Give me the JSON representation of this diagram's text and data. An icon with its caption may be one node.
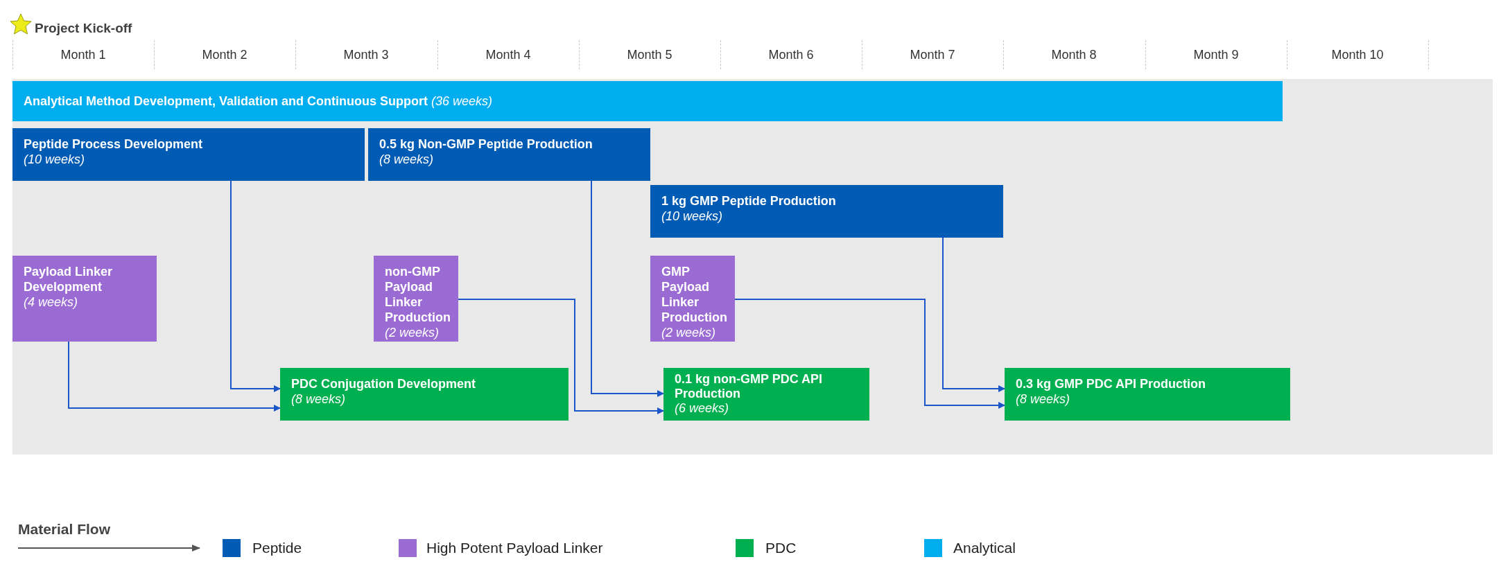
{
  "diagram": {
    "nodes": [
      {
        "text": [
          "Analytical Method Development, Validation and Continuous Support",
          "(36 weeks)"
        ]
      },
      {
        "text": [
          "Peptide Process Development",
          "(10 weeks)"
        ]
      },
      {
        "text": [
          "0.5 kg Non-GMP Peptide Production",
          "(8 weeks)"
        ]
      },
      {
        "text": [
          "1 kg GMP Peptide Production",
          "(10 weeks)"
        ]
      },
      {
        "text": [
          "Payload Linker Development",
          "(4 weeks)"
        ]
      },
      {
        "text": [
          "non-GMP Payload Linker Production",
          "(2 weeks)"
        ]
      },
      {
        "text": [
          "GMP Payload Linker Production",
          "(2 weeks)"
        ]
      },
      {
        "text": [
          "PDC Conjugation Development",
          "(8 weeks)"
        ]
      },
      {
        "text": [
          "0.1 kg non-GMP PDC API Production",
          "(6 weeks)"
        ]
      },
      {
        "text": [
          "0.3 kg GMP PDC API Production",
          "(8 weeks)"
        ]
      }
    ],
    "edges": [
      {
        "from": 1,
        "to": 7,
        "arrow": "to"
      },
      {
        "from": 4,
        "to": 7,
        "arrow": "to"
      },
      {
        "from": 2,
        "to": 8,
        "arrow": "to"
      },
      {
        "from": 5,
        "to": 8,
        "arrow": "to"
      },
      {
        "from": 3,
        "to": 9,
        "arrow": "to"
      },
      {
        "from": 6,
        "to": 9,
        "arrow": "to"
      }
    ],
    "labels": [
      "Project Kick-off",
      "Month 1",
      "Month 2",
      "Month 3",
      "Month 4",
      "Month 5",
      "Month 6",
      "Month 7",
      "Month 8",
      "Month 9",
      "Month 10"
    ],
    "legend": [
      {
        "text": "Material Flow"
      },
      {
        "text": "Peptide",
        "color": "#005bb5"
      },
      {
        "text": "High Potent Payload Linker",
        "color": "#9b6bd4"
      },
      {
        "text": "PDC",
        "color": "#00b050"
      },
      {
        "text": "Analytical",
        "color": "#00aeef"
      }
    ]
  }
}
